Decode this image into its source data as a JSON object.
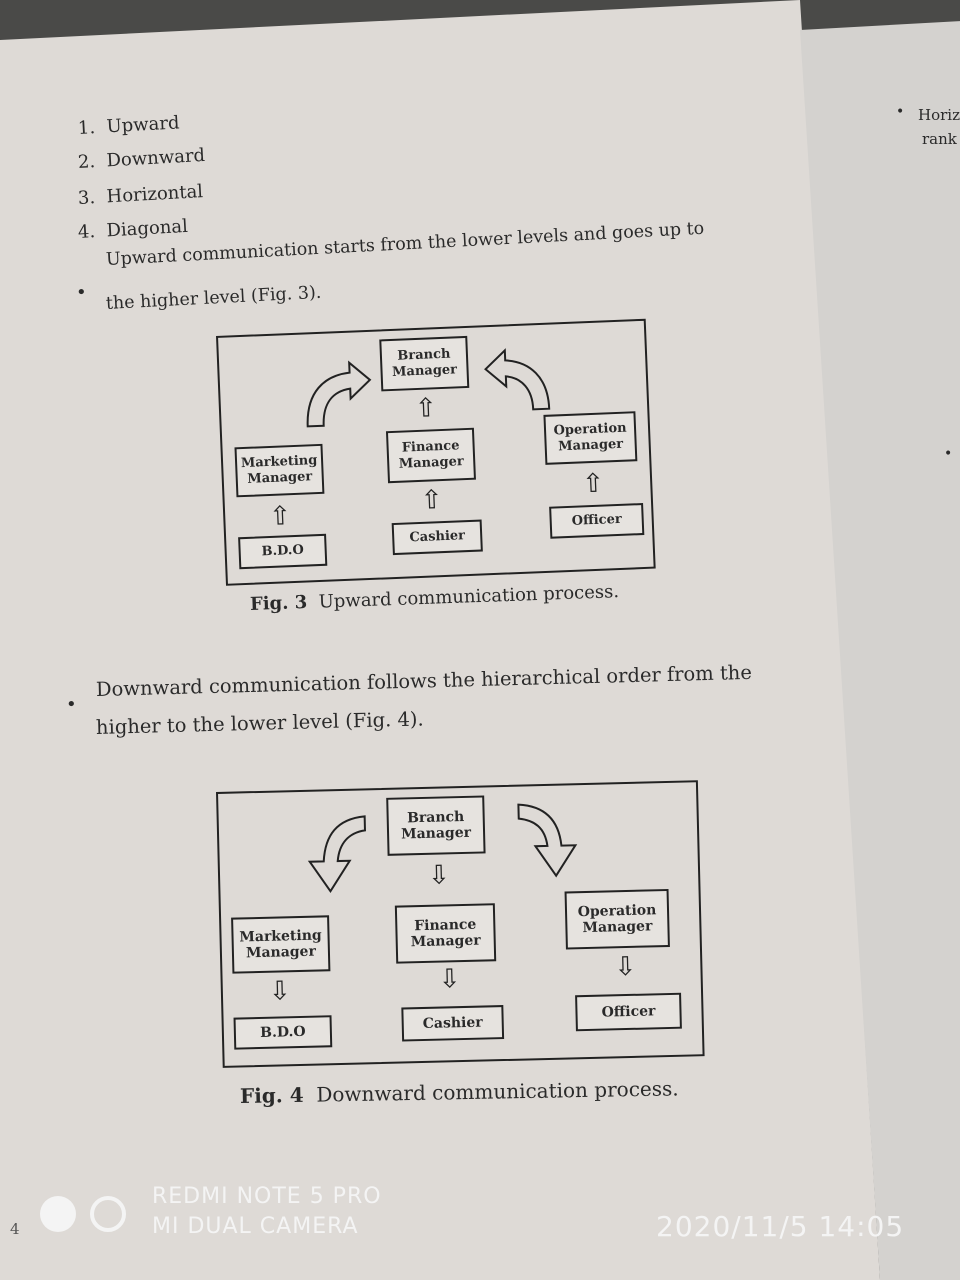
{
  "list_items": [
    {
      "num": "1.",
      "label": "Upward"
    },
    {
      "num": "2.",
      "label": "Downward"
    },
    {
      "num": "3.",
      "label": "Horizontal"
    },
    {
      "num": "4.",
      "label": "Diagonal"
    }
  ],
  "bullet_upward": {
    "line1": "Upward communication starts from the lower levels and goes up to",
    "line2": "the higher level (Fig. 3)."
  },
  "fig3": {
    "branch": "Branch\nManager",
    "marketing": "Marketing\nManager",
    "finance": "Finance\nManager",
    "operation": "Operation\nManager",
    "bdo": "B.D.O",
    "cashier": "Cashier",
    "officer": "Officer",
    "caption_label": "Fig. 3",
    "caption_text": "Upward communication process."
  },
  "bullet_downward": {
    "line1": "Downward communication follows the hierarchical order from the",
    "line2": "higher to the lower level (Fig. 4)."
  },
  "fig4": {
    "branch": "Branch\nManager",
    "marketing": "Marketing\nManager",
    "finance": "Finance\nManager",
    "operation": "Operation\nManager",
    "bdo": "B.D.O",
    "cashier": "Cashier",
    "officer": "Officer",
    "caption_label": "Fig. 4",
    "caption_text": "Downward communication process."
  },
  "right_page": {
    "line1": "Horiz",
    "line2": "rank"
  },
  "page_number": "4",
  "watermark": {
    "device": "REDMI NOTE 5 PRO",
    "camera": "MI DUAL CAMERA",
    "datetime": "2020/11/5  14:05"
  },
  "arrow_up_icon": "⇧",
  "arrow_down_icon": "⇩"
}
